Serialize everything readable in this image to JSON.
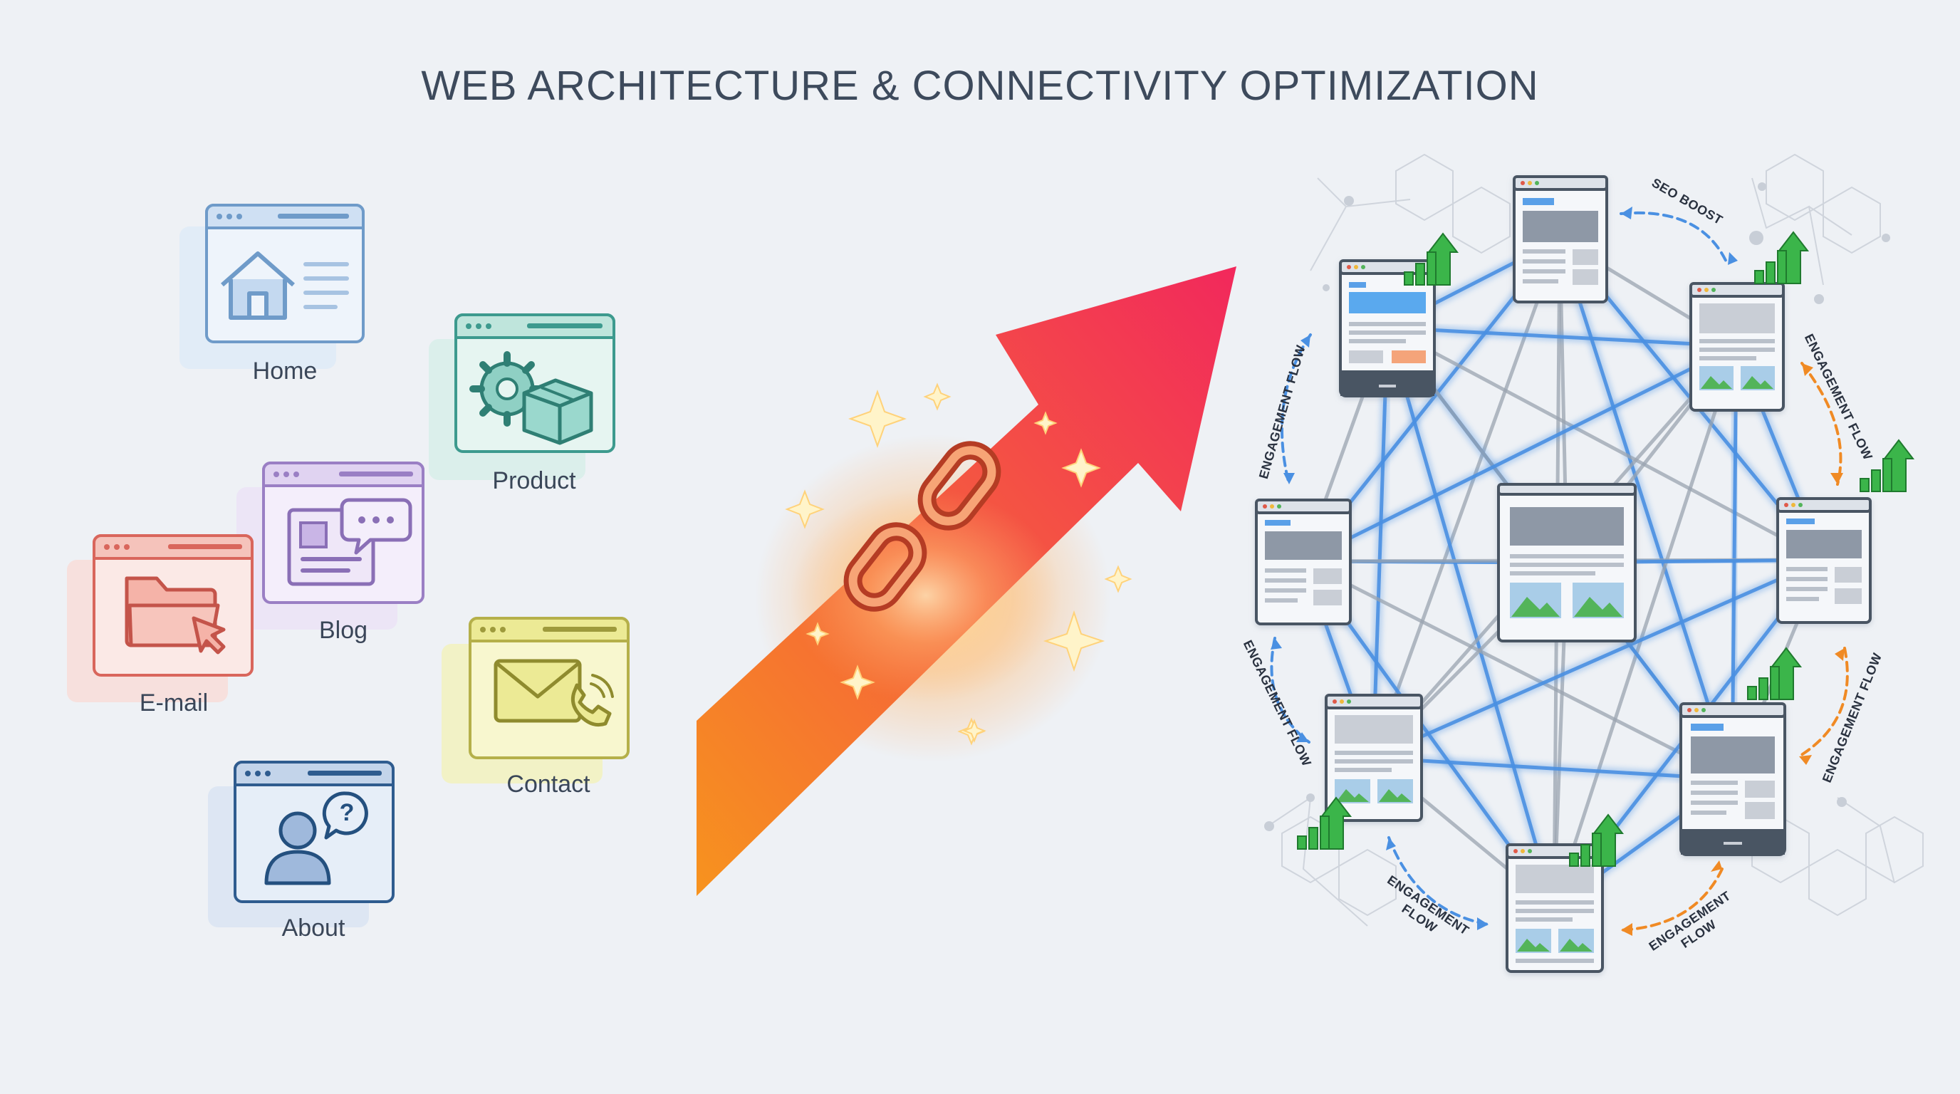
{
  "title": "WEB ARCHITECTURE & CONNECTIVITY OPTIMIZATION",
  "pages": [
    {
      "label": "Home",
      "color": "#6f9bc9",
      "tint": "#dce9f7",
      "icon": "home-icon"
    },
    {
      "label": "Product",
      "color": "#3d9a8e",
      "tint": "#d6efe9",
      "icon": "gear-box-icon"
    },
    {
      "label": "Blog",
      "color": "#9a7fc4",
      "tint": "#ebe2f6",
      "icon": "blog-chat-icon"
    },
    {
      "label": "E-mail",
      "color": "#d9665c",
      "tint": "#f9dcd7",
      "icon": "folder-cursor-icon"
    },
    {
      "label": "Contact",
      "color": "#b5b04a",
      "tint": "#f3f1b6",
      "icon": "envelope-phone-icon"
    },
    {
      "label": "About",
      "color": "#2f5c8f",
      "tint": "#d8e4f3",
      "icon": "user-question-icon"
    }
  ],
  "center_graphic": {
    "arrow_icon": "growth-arrow-icon",
    "link_icon": "chain-link-icon"
  },
  "annotations": {
    "seo_boost": "SEO BOOST",
    "engagement_line1": "ENGAGEMENT",
    "engagement_line2": "FLOW",
    "engagement_single": "ENGAGEMENT FLOW"
  },
  "colors": {
    "link_blue": "#4a90e2",
    "link_gray": "#9aa4b0",
    "growth_green": "#3bb54a",
    "flow_orange": "#f08a24",
    "arrow_start": "#f7931e",
    "arrow_end": "#f2285c"
  }
}
